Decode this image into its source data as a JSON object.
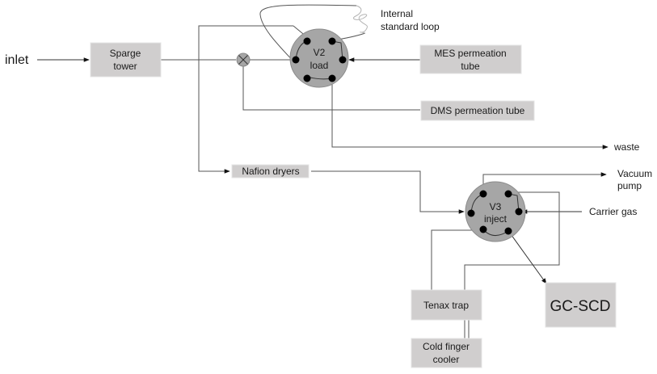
{
  "diagram": {
    "inlet_label": "inlet",
    "sparge_tower": [
      "Sparge",
      "tower"
    ],
    "internal_standard_loop": [
      "Internal",
      "standard loop"
    ],
    "valve_v2": [
      "V2",
      "load"
    ],
    "mes_permeation_tube": [
      "MES permeation",
      "tube"
    ],
    "dms_permeation_tube": "DMS permeation tube",
    "waste_label": "waste",
    "nafion_dryers": "Nafion dryers",
    "vacuum_pump": [
      "Vacuum",
      "pump"
    ],
    "carrier_gas": "Carrier gas",
    "valve_v3": [
      "V3",
      "inject"
    ],
    "tenax_trap": "Tenax trap",
    "gc_scd": "GC-SCD",
    "cold_finger_cooler": [
      "Cold finger",
      "cooler"
    ]
  },
  "colors": {
    "box_fill": "#d0cece",
    "valve_fill": "#a6a6a6",
    "line": "#555555",
    "port": "#000000"
  }
}
